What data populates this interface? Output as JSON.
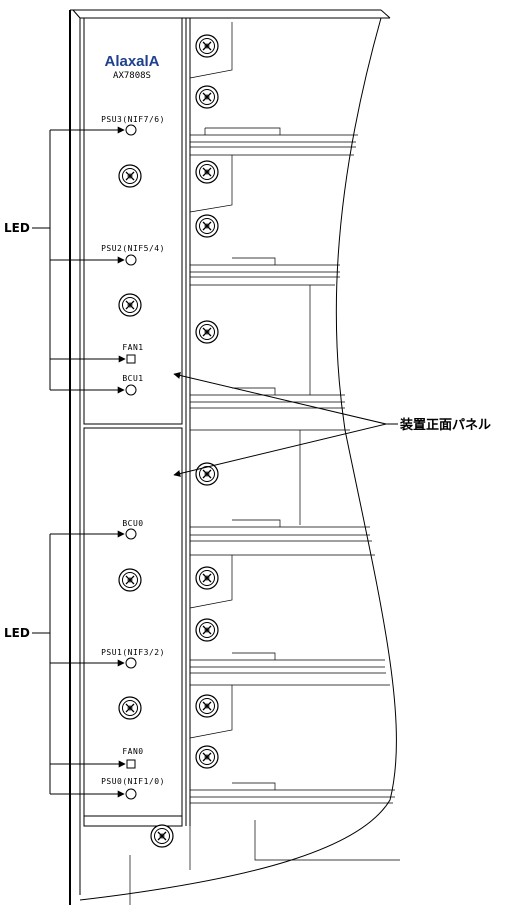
{
  "brand": {
    "logo": "AlaxalA",
    "model": "AX7808S"
  },
  "panel_labels": {
    "psu3": "PSU3(NIF7/6)",
    "psu2": "PSU2(NIF5/4)",
    "fan1": "FAN1",
    "bcu1": "BCU1",
    "bcu0": "BCU0",
    "psu1": "PSU1(NIF3/2)",
    "fan0": "FAN0",
    "psu0": "PSU0(NIF1/0)"
  },
  "callouts": {
    "led_top": "LED",
    "led_bottom": "LED",
    "front_panel": "装置正面パネル"
  }
}
